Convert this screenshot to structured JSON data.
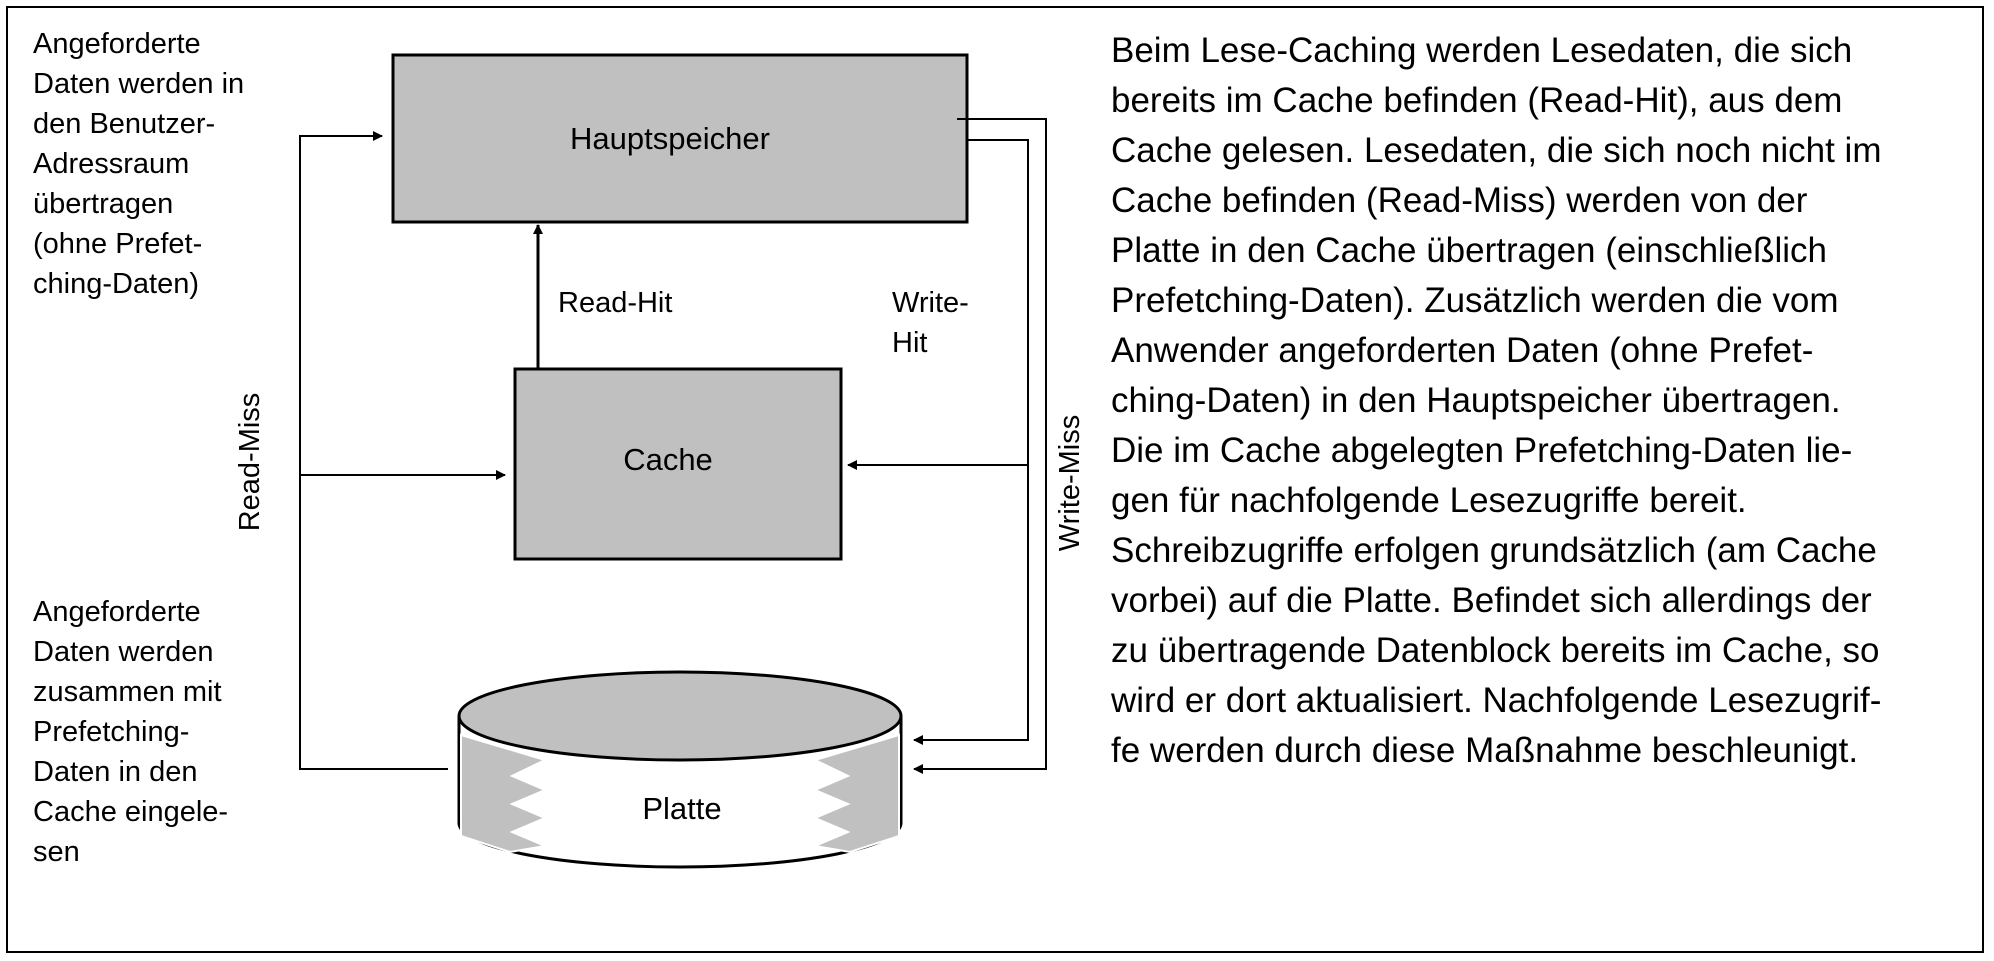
{
  "colors": {
    "box_fill": "#c0c0c0",
    "stroke": "#000000",
    "background": "#ffffff"
  },
  "nodes": {
    "hauptspeicher": "Hauptspeicher",
    "cache": "Cache",
    "platte": "Platte"
  },
  "edges": {
    "read_hit": "Read-Hit",
    "write_hit": [
      "Write-",
      "Hit"
    ],
    "read_miss": "Read-Miss",
    "write_miss": "Write-Miss"
  },
  "notes": {
    "top": [
      "Angeforderte",
      "Daten werden in",
      "den Benutzer-",
      "Adressraum",
      "übertragen",
      "(ohne Prefet-",
      "ching-Daten)"
    ],
    "bottom": [
      "Angeforderte",
      "Daten werden",
      "zusammen mit",
      "Prefetching-",
      "Daten in den",
      "Cache eingele-",
      "sen"
    ]
  },
  "description": [
    "Beim Lese-Caching werden Lesedaten, die sich",
    "bereits im Cache befinden (Read-Hit), aus dem",
    "Cache gelesen. Lesedaten, die sich noch nicht im",
    "Cache befinden (Read-Miss) werden von der",
    "Platte in den Cache übertragen (einschließlich",
    "Prefetching-Daten). Zusätzlich werden die vom",
    "Anwender angeforderten Daten (ohne Prefet-",
    "ching-Daten) in den Hauptspeicher übertragen.",
    "Die im Cache abgelegten Prefetching-Daten lie-",
    "gen für nachfolgende Lesezugriffe bereit.",
    "Schreibzugriffe erfolgen grundsätzlich (am Cache",
    "vorbei) auf die Platte. Befindet sich allerdings der",
    "zu übertragende Datenblock bereits im Cache, so",
    "wird er dort aktualisiert. Nachfolgende Lesezugrif-",
    "fe werden durch diese Maßnahme beschleunigt."
  ]
}
